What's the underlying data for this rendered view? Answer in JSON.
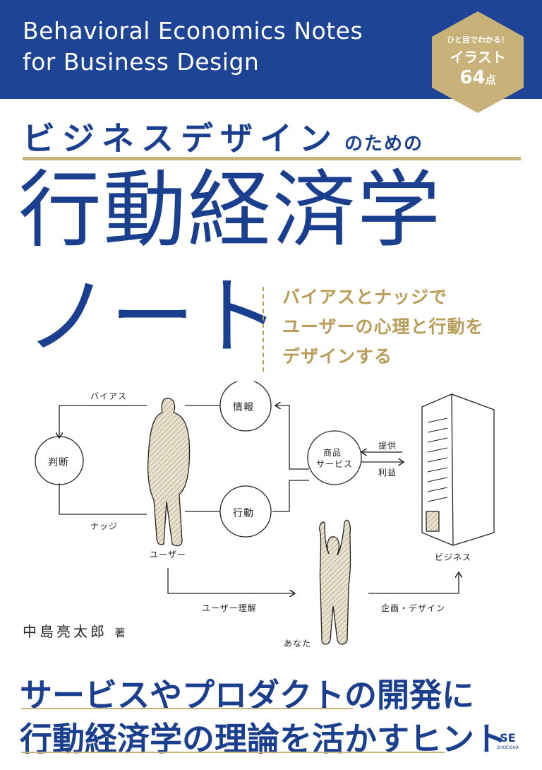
{
  "header": {
    "en_title_line1": "Behavioral Economics Notes",
    "en_title_line2": "for Business Design"
  },
  "badge": {
    "small": "ひと目でわかる！",
    "middle": "イラスト",
    "big": "64",
    "unit": "点"
  },
  "subtitle": {
    "main": "ビジネスデザイン",
    "small": "のための"
  },
  "title": {
    "line1": "行動経済学",
    "line2": "ノート"
  },
  "tagline": {
    "line1": "バイアスとナッジで",
    "line2": "ユーザーの心理と行動を",
    "line3": "デザインする"
  },
  "diagram": {
    "bias": "バイアス",
    "judgment": "判断",
    "nudge": "ナッジ",
    "information": "情報",
    "action": "行動",
    "user": "ユーザー",
    "product_line1": "商品",
    "product_line2": "サービス",
    "provide": "提供",
    "profit": "利益",
    "business": "ビジネス",
    "user_understanding": "ユーザー理解",
    "planning_design": "企画・デザイン",
    "you": "あなた"
  },
  "author": {
    "name": "中島亮太郎",
    "role": "著"
  },
  "bottom": {
    "line1": "サービスやプロダクトの開発に",
    "line2": "行動経済学の理論を活かすヒント"
  },
  "publisher": {
    "logo": "SE",
    "name": "SHOEISHA"
  },
  "colors": {
    "navy": "#1e4595",
    "gold": "#c8b27a"
  }
}
